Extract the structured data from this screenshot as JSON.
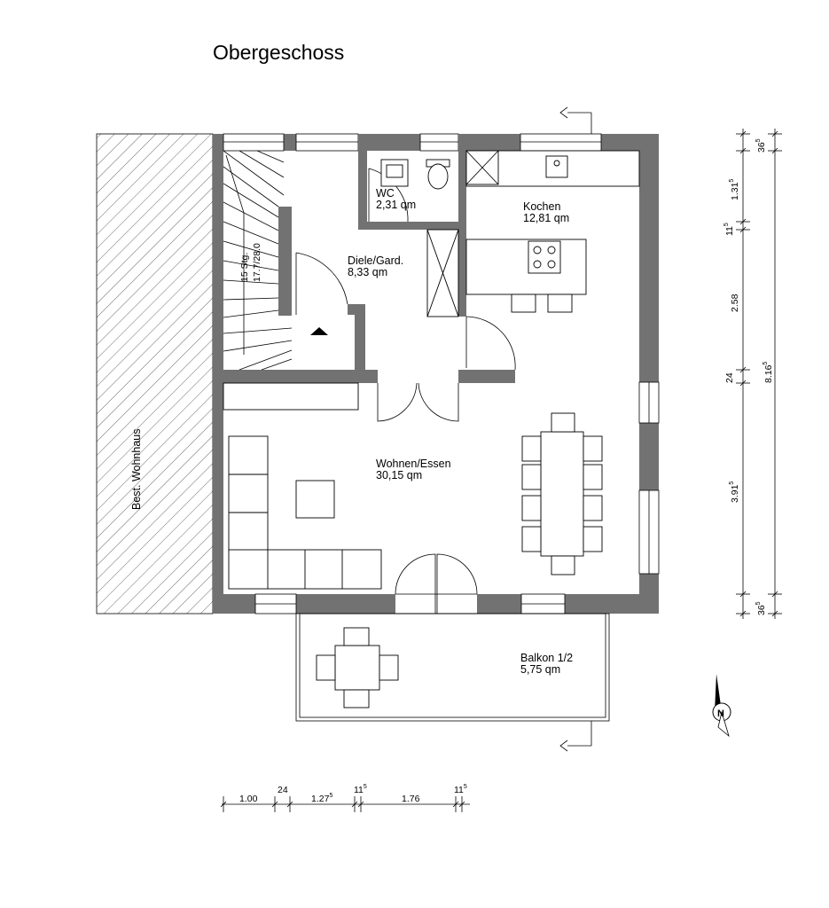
{
  "title": "Obergeschoss",
  "neighbor_label": "Best. Wohnhaus",
  "stairs": {
    "line1": "15 Stg.",
    "line2": "17.7/28.0"
  },
  "rooms": {
    "wc": {
      "name": "WC",
      "area": "2,31 qm"
    },
    "diele": {
      "name": "Diele/Gard.",
      "area": "8,33 qm"
    },
    "kochen": {
      "name": "Kochen",
      "area": "12,81 qm"
    },
    "wohnen": {
      "name": "Wohnen/Essen",
      "area": "30,15 qm"
    },
    "balkon": {
      "name": "Balkon 1/2",
      "area": "5,75 qm"
    }
  },
  "dims_bottom": [
    {
      "main": "1.00",
      "sup": ""
    },
    {
      "main": "24",
      "sup": ""
    },
    {
      "main": "1.27",
      "sup": "5"
    },
    {
      "main": "11",
      "sup": "5"
    },
    {
      "main": "1.76",
      "sup": ""
    },
    {
      "main": "11",
      "sup": "5"
    }
  ],
  "dims_right_inner": [
    {
      "main": "36",
      "sup": "5"
    },
    {
      "main": "1.31",
      "sup": "5"
    },
    {
      "main": "11",
      "sup": "5"
    },
    {
      "main": "2.58",
      "sup": ""
    },
    {
      "main": "24",
      "sup": ""
    },
    {
      "main": "3.91",
      "sup": "5"
    },
    {
      "main": "36",
      "sup": "5"
    }
  ],
  "dims_right_outer": {
    "main": "8.16",
    "sup": "5"
  },
  "north_label": "N"
}
